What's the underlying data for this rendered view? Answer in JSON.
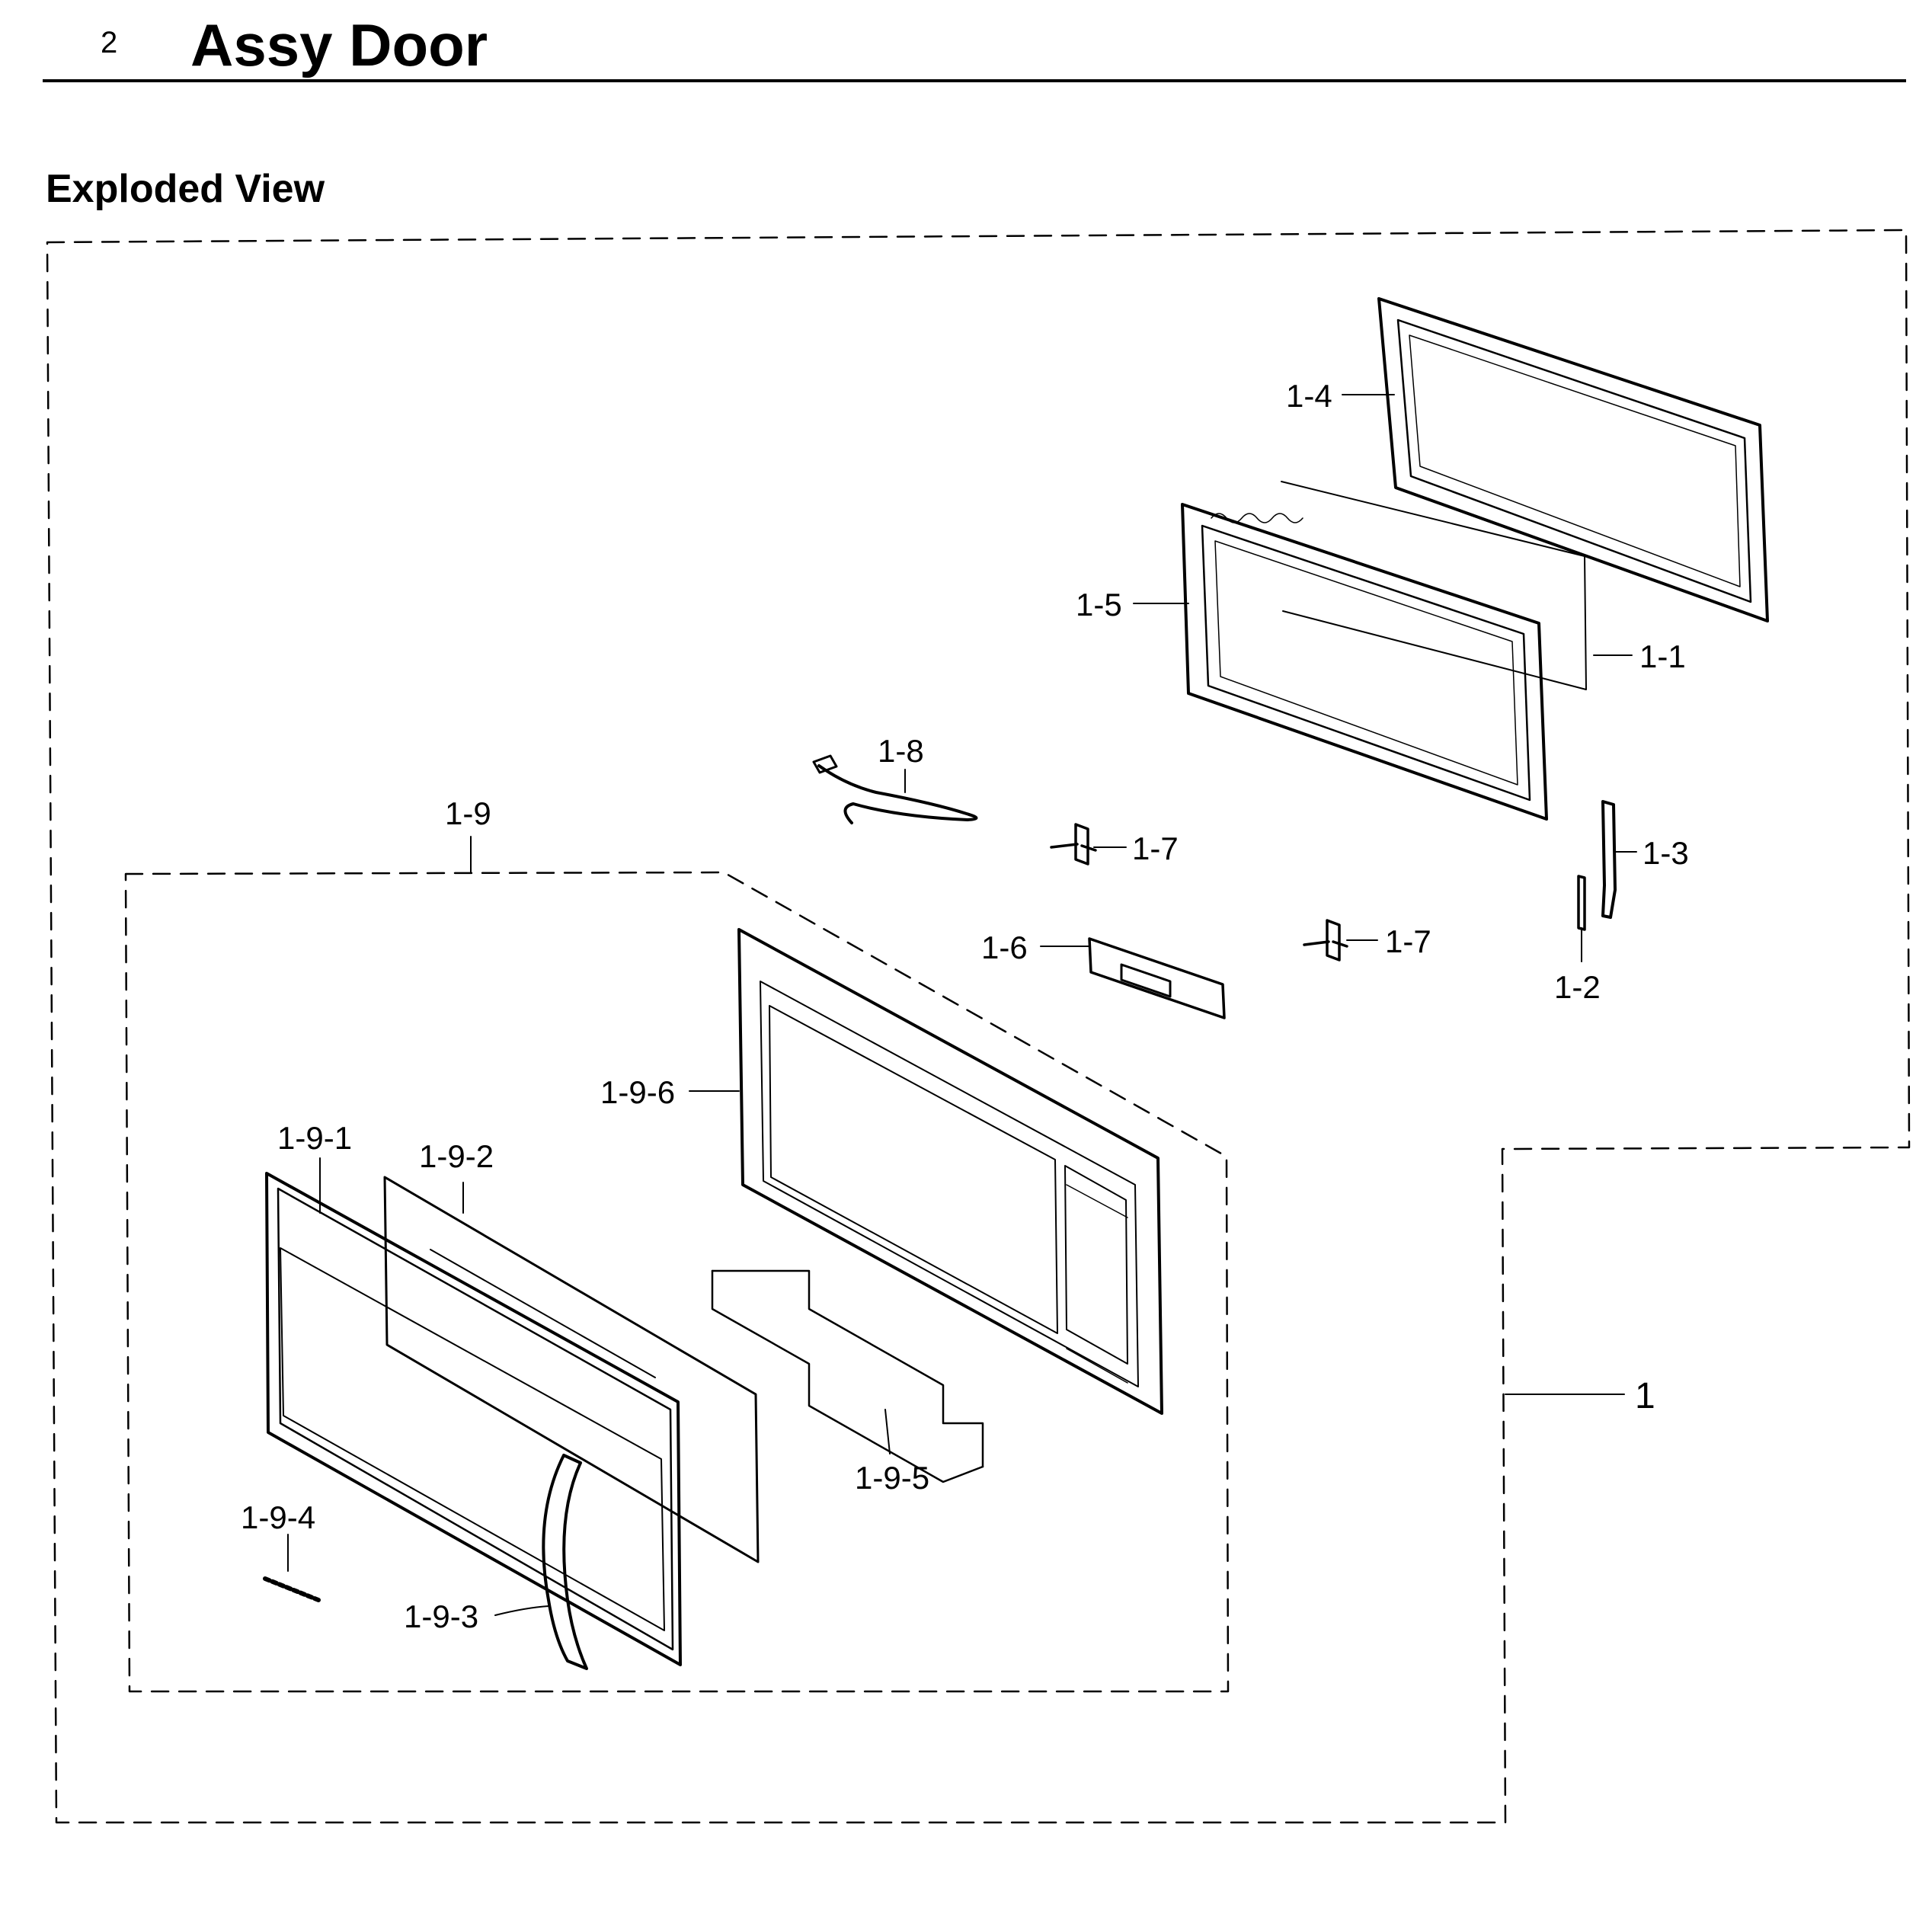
{
  "header": {
    "section_number": "2",
    "title": "Assy Door"
  },
  "subtitle": "Exploded View",
  "callouts": {
    "c1_4": "1-4",
    "c1_5": "1-5",
    "c1_1": "1-1",
    "c1_8": "1-8",
    "c1_9": "1-9",
    "c1_7a": "1-7",
    "c1_3": "1-3",
    "c1_6": "1-6",
    "c1_7b": "1-7",
    "c1_2": "1-2",
    "c1_9_6": "1-9-6",
    "c1_9_1": "1-9-1",
    "c1_9_2": "1-9-2",
    "c1": "1",
    "c1_9_5": "1-9-5",
    "c1_9_4": "1-9-4",
    "c1_9_3": "1-9-3"
  }
}
